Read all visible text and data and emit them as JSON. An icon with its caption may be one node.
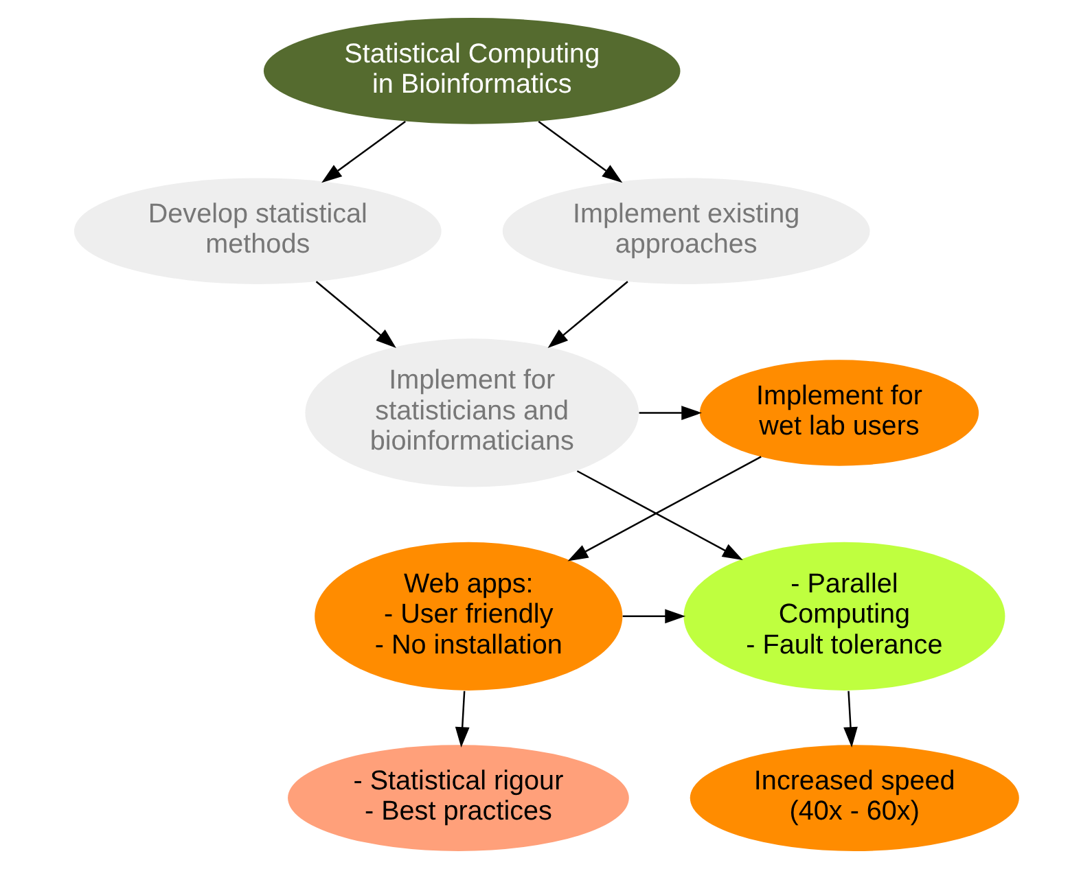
{
  "diagram": {
    "nodes": [
      {
        "text": [
          "Statistical Computing in Bioinformatics"
        ]
      },
      {
        "text": [
          "Develop statistical methods"
        ]
      },
      {
        "text": [
          "Implement existing approaches"
        ]
      },
      {
        "text": [
          "Implement for statisticians and bioinformaticians"
        ]
      },
      {
        "text": [
          "Implement for wet lab users"
        ]
      },
      {
        "text": [
          "- Parallel Computing - Fault tolerance"
        ]
      },
      {
        "text": [
          "Web apps: - User friendly - No installation"
        ]
      },
      {
        "text": [
          "Increased speed (40x - 60x)"
        ]
      },
      {
        "text": [
          "- Statistical rigour - Best practices"
        ]
      }
    ],
    "edges": [
      {
        "from": 0,
        "to": 1,
        "arrow": "to"
      },
      {
        "from": 0,
        "to": 2,
        "arrow": "to"
      },
      {
        "from": 1,
        "to": 3,
        "arrow": "to"
      },
      {
        "from": 2,
        "to": 3,
        "arrow": "to"
      },
      {
        "from": 3,
        "to": 4,
        "arrow": "to"
      },
      {
        "from": 3,
        "to": 5,
        "arrow": "to"
      },
      {
        "from": 4,
        "to": 6,
        "arrow": "to"
      },
      {
        "from": 6,
        "to": 5,
        "arrow": "to"
      },
      {
        "from": 5,
        "to": 7,
        "arrow": "to"
      },
      {
        "from": 6,
        "to": 8,
        "arrow": "to"
      }
    ]
  }
}
